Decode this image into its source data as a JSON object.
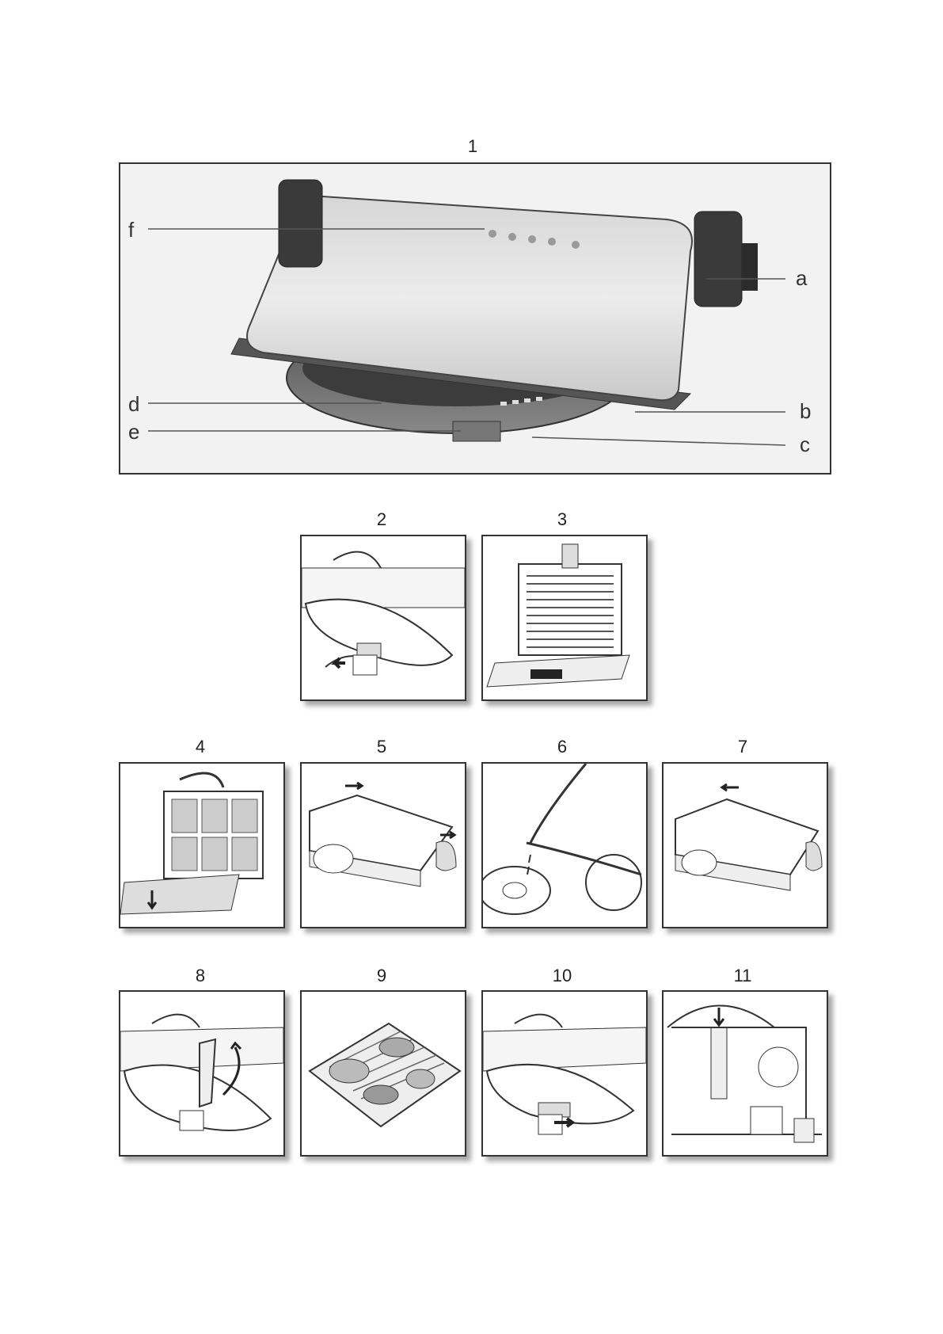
{
  "figures": {
    "main": {
      "number": "1",
      "callouts": {
        "a": "a",
        "b": "b",
        "c": "c",
        "d": "d",
        "e": "e",
        "f": "f"
      }
    },
    "steps": [
      "2",
      "3",
      "4",
      "5",
      "6",
      "7",
      "8",
      "9",
      "10",
      "11"
    ]
  },
  "icons": {
    "step2": "hand-unlatching-lid-icon",
    "step3": "open-grill-plates-icon",
    "step4": "waffle-plates-icon",
    "step5": "closed-grill-lever-icon",
    "step6": "drip-tray-icon",
    "step7": "closed-grill-light-icon",
    "step8": "lever-lift-icon",
    "step9": "grilling-food-icon",
    "step10": "latch-slide-icon",
    "step11": "storage-upright-icon"
  }
}
